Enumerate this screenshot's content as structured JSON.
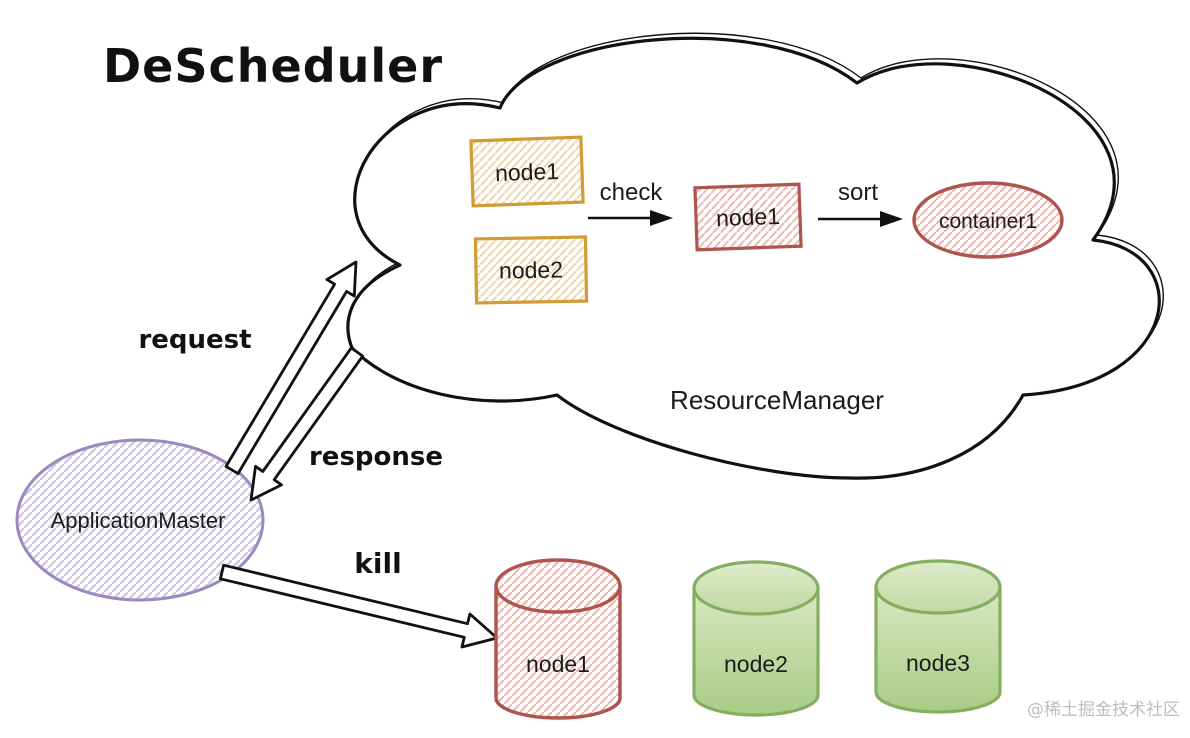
{
  "title": "DeScheduler",
  "cloud": {
    "label": "ResourceManager",
    "candidate_nodes": [
      {
        "label": "node1"
      },
      {
        "label": "node2"
      }
    ],
    "check_label": "check",
    "checked_node": {
      "label": "node1"
    },
    "sort_label": "sort",
    "container": {
      "label": "container1"
    }
  },
  "application_master": {
    "label": "ApplicationMaster"
  },
  "edges": {
    "request": "request",
    "response": "response",
    "kill": "kill"
  },
  "cluster_nodes": [
    {
      "label": "node1",
      "color": "#ad544d"
    },
    {
      "label": "node2",
      "color": "#85ae61"
    },
    {
      "label": "node3",
      "color": "#85ae61"
    }
  ],
  "watermark": "@稀土掘金技术社区",
  "colors": {
    "ink": "#111111",
    "yellow_stroke": "#cf9d33",
    "yellow_hatch": "#eed3ab",
    "red_stroke": "#ad544d",
    "red_hatch": "#eab5b0",
    "purple_stroke": "#9d89be",
    "purple_hatch": "#cec7dd",
    "green_stroke": "#85ae61",
    "kill_red": "#df3b30",
    "watermark_gray": "#bdbdbd"
  }
}
